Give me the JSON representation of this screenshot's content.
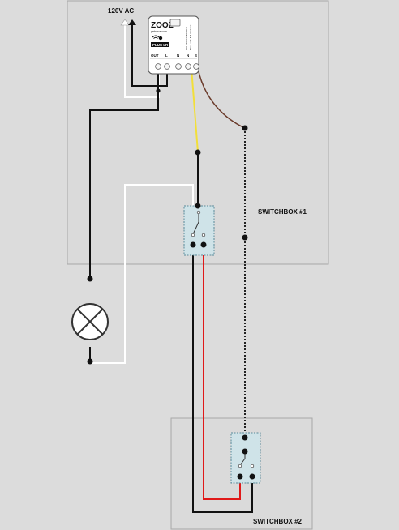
{
  "labels": {
    "power": "120V AC",
    "switchbox1": "SWITCHBOX #1",
    "switchbox2": "SWITCHBOX #2"
  },
  "module": {
    "brand": "ZOOZ",
    "website": "getzooz.com",
    "badge": "PLUS LR",
    "specs": [
      "120-240VAC 50/60Hz",
      "Max Load: 5-8 modules"
    ],
    "terminals": [
      "OUT",
      "L",
      "N",
      "N",
      "S"
    ]
  },
  "colors": {
    "background": "#dcdcdc",
    "box_border": "#a7a7a7",
    "switch_fill": "#cfe3e8",
    "wire_black": "#111111",
    "wire_white": "#ffffff",
    "wire_red": "#e01919",
    "wire_yellow": "#f2df3a",
    "wire_brown": "#6a3a2a"
  }
}
